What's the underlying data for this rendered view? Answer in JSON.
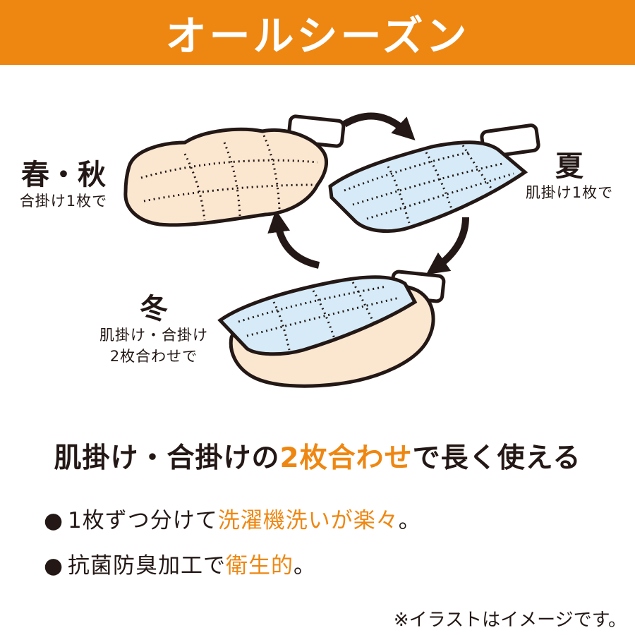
{
  "banner": {
    "title": "オールシーズン",
    "color": "#ee8712"
  },
  "seasons": {
    "spring_autumn": {
      "title": "春・秋",
      "desc": "合掛け1枚で"
    },
    "summer": {
      "title": "夏",
      "desc": "肌掛け1枚で"
    },
    "winter": {
      "title": "冬",
      "desc_line1": "肌掛け・合掛け",
      "desc_line2": "2枚合わせで"
    }
  },
  "headline": {
    "pre": "肌掛け・合掛けの",
    "accent": "2枚合わせ",
    "post": "で長く使える"
  },
  "bullets": [
    {
      "marker": "●",
      "pre": "1枚ずつ分けて",
      "accent": "洗濯機洗いが楽々",
      "post": "。"
    },
    {
      "marker": "●",
      "pre": "抗菌防臭加工で",
      "accent": "衛生的",
      "post": "。"
    }
  ],
  "note": "※イラストはイメージです。",
  "colors": {
    "accent": "#ee8712",
    "blue_quilt": "#d6ebf7",
    "cream_quilt": "#fbe6d0",
    "outline": "#231815"
  }
}
